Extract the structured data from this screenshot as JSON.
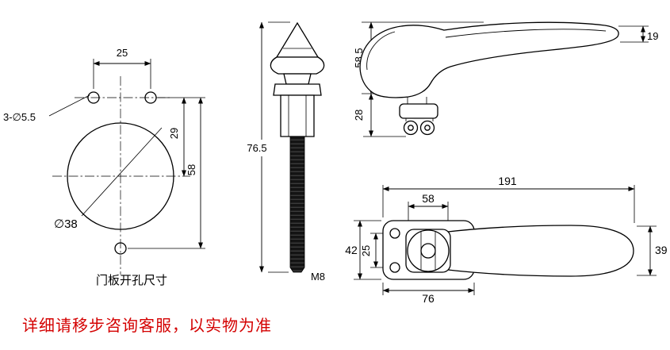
{
  "drill": {
    "caption": "门板开孔尺寸",
    "dim_top": "25",
    "dim_holes": "3-∅5.5",
    "dim_center": "29",
    "dim_height": "58",
    "dim_diameter": "∅38"
  },
  "bolt": {
    "dim_length": "76.5",
    "thread": "M8"
  },
  "side": {
    "dim_height": "58.5",
    "dim_stem": "28",
    "dim_tip": "19"
  },
  "top": {
    "dim_total": "191",
    "dim_hub": "58",
    "dim_plate_height": "42",
    "dim_hole_spacing": "25",
    "dim_plate_width": "76",
    "dim_grip_width": "39"
  },
  "footer": {
    "notice": "详细请移步咨询客服，以实物为准"
  },
  "colors": {
    "line": "#000000",
    "notice": "#d40000"
  }
}
